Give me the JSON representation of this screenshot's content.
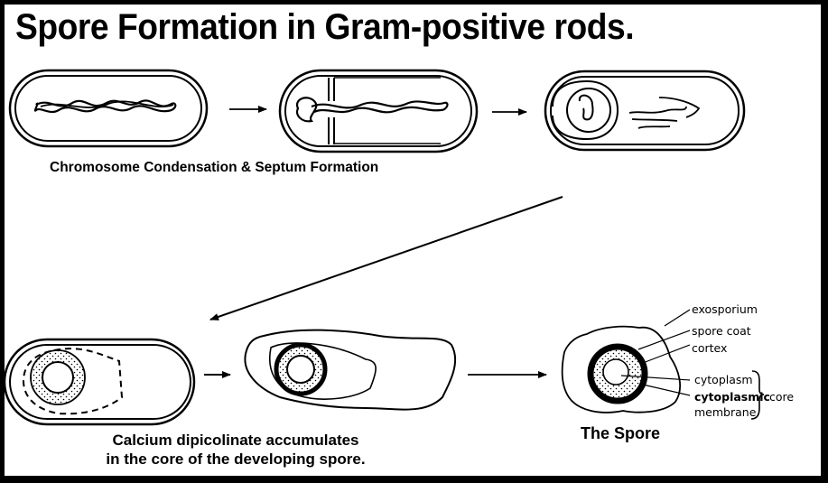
{
  "title": "Spore Formation in Gram-positive rods.",
  "captions": {
    "stage_top": "Chromosome Condensation & Septum Formation",
    "stage_bottom_line1": "Calcium dipicolinate accumulates",
    "stage_bottom_line2": "in the core of the developing spore.",
    "spore": "The Spore"
  },
  "labels": {
    "exosporium": "exosporium",
    "spore_coat": "spore coat",
    "cortex": "cortex",
    "cytoplasm": "cytoplasm",
    "cytoplasmic": "cytoplasmic",
    "membrane": "membrane",
    "core": "core"
  },
  "stages": [
    {
      "id": 1,
      "name": "rod-with-condensed-chromosome"
    },
    {
      "id": 2,
      "name": "septum-formation"
    },
    {
      "id": 3,
      "name": "forespore-engulfment"
    },
    {
      "id": 4,
      "name": "cortex-formation"
    },
    {
      "id": 5,
      "name": "spore-coat-formation"
    },
    {
      "id": 6,
      "name": "mature-spore"
    }
  ],
  "colors": {
    "ink": "#000000",
    "paper": "#ffffff"
  }
}
